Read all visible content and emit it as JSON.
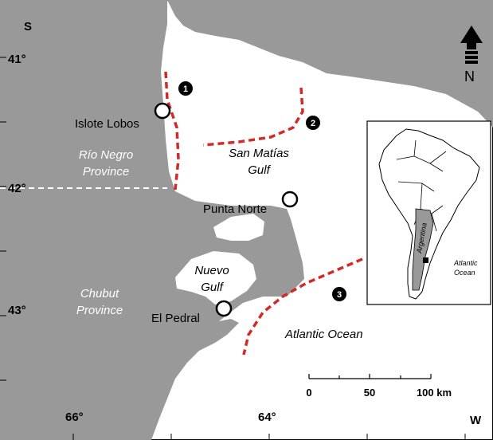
{
  "map": {
    "hemisphere_lat": "S",
    "hemisphere_lon": "W",
    "lat_labels": [
      "41°",
      "42°",
      "43°"
    ],
    "lon_labels": [
      "66°",
      "64°"
    ],
    "north_label": "N",
    "places": {
      "islote_lobos": "Islote Lobos",
      "punta_norte": "Punta Norte",
      "el_pedral": "El Pedral"
    },
    "water": {
      "san_matias_1": "San Matías",
      "san_matias_2": "Gulf",
      "nuevo_1": "Nuevo",
      "nuevo_2": "Gulf",
      "atlantic": "Atlantic Ocean"
    },
    "provinces": {
      "rio_negro_1": "Río Negro",
      "rio_negro_2": "Province",
      "chubut_1": "Chubut",
      "chubut_2": "Province"
    },
    "markers": [
      "1",
      "2",
      "3"
    ],
    "scale": {
      "labels": [
        "0",
        "50",
        "100 km"
      ]
    },
    "inset": {
      "country": "Argentina",
      "ocean_1": "Atlantic",
      "ocean_2": "Ocean"
    },
    "colors": {
      "land": "#999999",
      "water": "#ffffff",
      "boundary_line": "#d42a26"
    }
  }
}
